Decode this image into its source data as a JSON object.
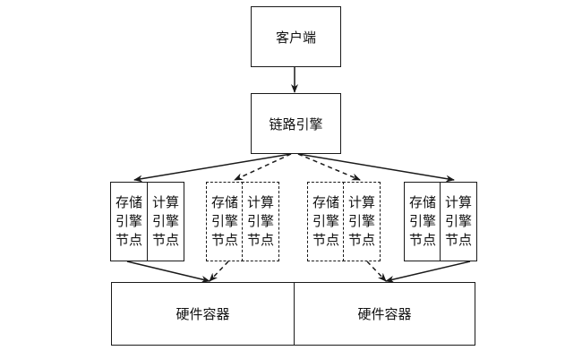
{
  "client_label": "客户端",
  "link_engine_label": "链路引擎",
  "groups": [
    {
      "style": "solid",
      "storage": [
        "存储",
        "引擎",
        "节点"
      ],
      "compute": [
        "计算",
        "引擎",
        "节点"
      ]
    },
    {
      "style": "dashed",
      "storage": [
        "存储",
        "引擎",
        "节点"
      ],
      "compute": [
        "计算",
        "引擎",
        "节点"
      ]
    },
    {
      "style": "dashed",
      "storage": [
        "存储",
        "引擎",
        "节点"
      ],
      "compute": [
        "计算",
        "引擎",
        "节点"
      ]
    },
    {
      "style": "solid",
      "storage": [
        "存储",
        "引擎",
        "节点"
      ],
      "compute": [
        "计算",
        "引擎",
        "节点"
      ]
    }
  ],
  "containers": [
    {
      "label": "硬件容器"
    },
    {
      "label": "硬件容器"
    }
  ]
}
